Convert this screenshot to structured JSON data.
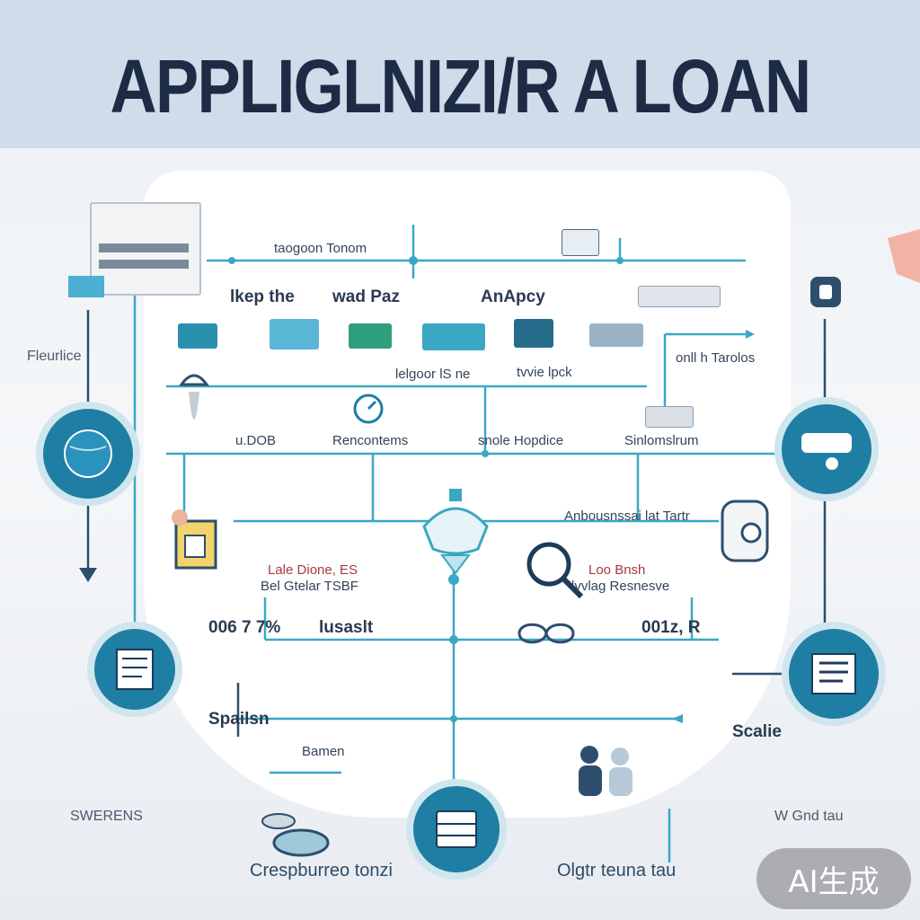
{
  "title": "APPLIGLNIZI/R A LOAN",
  "labels": {
    "top_left": "taogoon Tonom",
    "top_left2": "lkep the",
    "top_mid": "wad Paz",
    "top_right": "AnApcy",
    "mid_a": "Fleurlice",
    "mid_b": "u.DOB",
    "mid_c": "Rencontems",
    "mid_d": "snole Hopdice",
    "mid_e": "Sinlomslrum",
    "mid_f": "onll h Tarolos",
    "mid_g": "lelgoor lS ne",
    "mid_h": "tvvie lpck",
    "lower_a": "Lale Dione, ES",
    "lower_b": "Bel Gtelar TSBF",
    "lower_c": "Loo Bnsh",
    "lower_d": "lvvlag Resnesve",
    "lower_e": "Anbousnssai lat Tartr",
    "row_a": "006 7 7%",
    "row_b": "lusaslt",
    "row_c": "001z, R",
    "sp_a": "Spailsn",
    "sp_b": "Bamen",
    "scale": "Scalie",
    "left_side": "SWERENS",
    "right_side": "W Gnd tau",
    "bottom_left": "Crespburreo tonzi",
    "bottom_right": "Olgtr teuna tau",
    "ai_badge": "AI生成"
  },
  "colors": {
    "line": "#3aa7c4",
    "line_dark": "#2e4e6e",
    "badge_fill": "#1f7ea3",
    "badge_ring": "#2a9ab8",
    "title": "#1d2b45"
  },
  "icons": {
    "top_left_device": "building-icon",
    "left_badge": "globe-icon",
    "right_badge": "card-icon",
    "left_doc_badge": "document-icon",
    "right_doc_badge": "form-icon",
    "bottom_badge": "server-icon",
    "top_right_badge": "phone-icon"
  }
}
